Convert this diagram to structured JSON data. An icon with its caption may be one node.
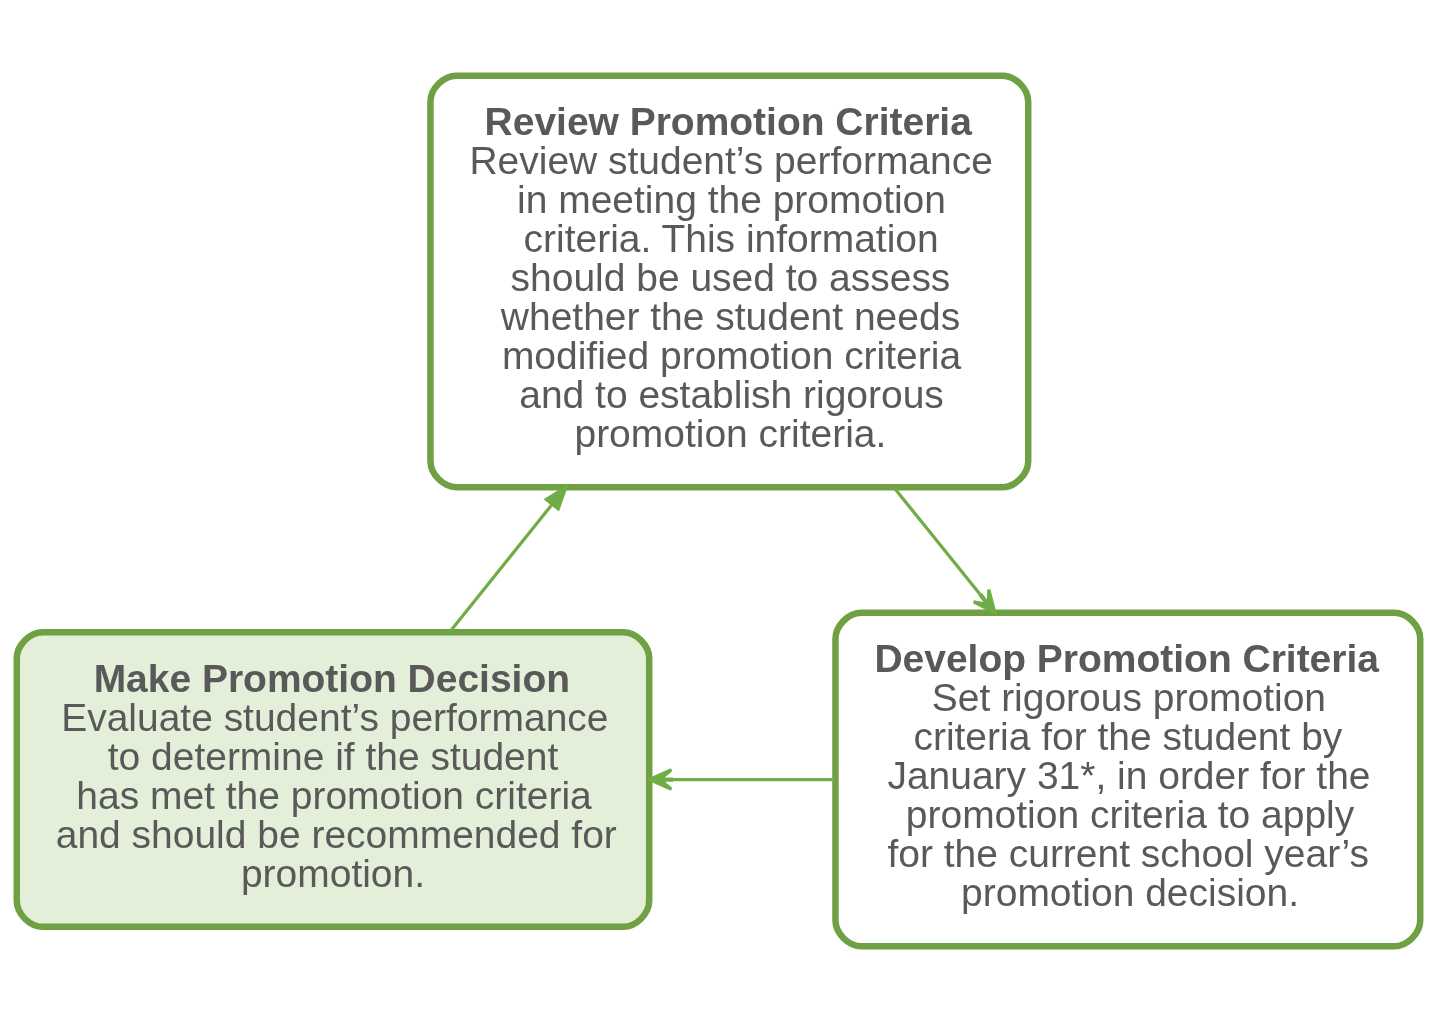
{
  "diagram": {
    "nodes": [
      {
        "text": [
          "Review Promotion Criteria",
          "Review student’s performance in meeting the promotion criteria. This information should be used to assess whether the student needs modified promotion criteria and to establish rigorous promotion criteria."
        ]
      },
      {
        "text": [
          "Make Promotion Decision",
          "Evaluate student’s performance to determine if the student has met the promotion criteria and should be recommended for promotion."
        ]
      },
      {
        "text": [
          "Develop Promotion Criteria",
          "Set rigorous promotion criteria for the student by January 31*, in order for the promotion criteria to apply for the current school year’s promotion decision."
        ]
      }
    ],
    "edges": [
      {
        "from": 0,
        "to": 2,
        "arrow": "to"
      },
      {
        "from": 2,
        "to": 1,
        "arrow": "to"
      },
      {
        "from": 1,
        "to": 0,
        "arrow": "to"
      }
    ]
  }
}
